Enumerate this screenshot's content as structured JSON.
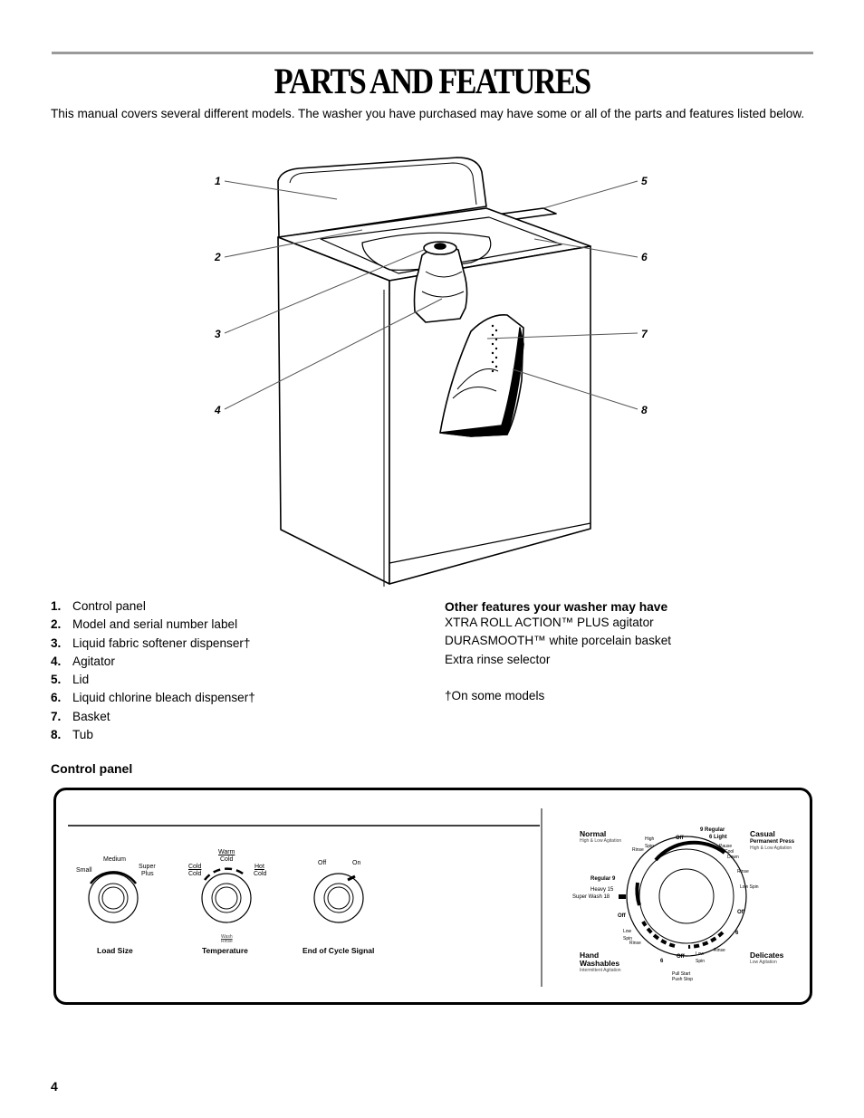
{
  "page": {
    "title": "PARTS AND FEATURES",
    "intro": "This manual covers several different models. The washer you have purchased may have some or all of the parts and features listed below.",
    "page_number": "4"
  },
  "figure": {
    "callouts": [
      "1",
      "2",
      "3",
      "4",
      "5",
      "6",
      "7",
      "8"
    ]
  },
  "parts_list": [
    {
      "num": "1.",
      "label": "Control panel"
    },
    {
      "num": "2.",
      "label": "Model and serial number label"
    },
    {
      "num": "3.",
      "label": "Liquid fabric softener dispenser†"
    },
    {
      "num": "4.",
      "label": "Agitator"
    },
    {
      "num": "5.",
      "label": "Lid"
    },
    {
      "num": "6.",
      "label": "Liquid chlorine bleach dispenser†"
    },
    {
      "num": "7.",
      "label": "Basket"
    },
    {
      "num": "8.",
      "label": "Tub"
    }
  ],
  "other_features": {
    "heading": "Other features your washer may have",
    "items": [
      "XTRA ROLL ACTION™ PLUS agitator",
      "DURASMOOTH™ white porcelain basket",
      "Extra rinse selector"
    ],
    "note": "†On some models"
  },
  "control_panel": {
    "heading": "Control panel",
    "knobs": [
      {
        "name": "Load Size",
        "settings": [
          "Small",
          "Medium",
          "Super",
          "Plus"
        ]
      },
      {
        "name": "Temperature",
        "settings": [
          "Warm",
          "Cold",
          "Cold",
          "Cold",
          "Hot",
          "Cold"
        ],
        "under": [
          "Wash",
          "Rinse"
        ]
      },
      {
        "name": "End of Cycle Signal",
        "settings": [
          "Off",
          "On"
        ]
      }
    ],
    "cycle_dial": {
      "groups": [
        {
          "title": "Normal",
          "sub": "High & Low Agitation"
        },
        {
          "title": "Casual",
          "title2": "Permanent Press",
          "sub": "High & Low Agitation"
        },
        {
          "title": "Hand",
          "title2": "Washables",
          "sub": "Intermittent Agitation"
        },
        {
          "title": "Delicates",
          "sub": "Low Agitation"
        }
      ],
      "marks": {
        "regular_top": "9  Regular",
        "light": "6  Light",
        "pause": "Pause",
        "cool": "Cool",
        "down": "Down",
        "rinse": "Rinse",
        "low_spin": "Low Spin",
        "high_spin": "High Spin",
        "off": "Off",
        "regular_left": "Regular  9",
        "heavy": "Heavy  15",
        "super_wash": "Super Wash  18",
        "six": "6",
        "pull_start": "Pull Start",
        "push_stop": "Push Stop"
      }
    }
  }
}
